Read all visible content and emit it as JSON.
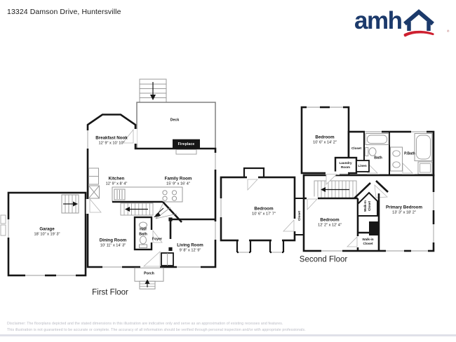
{
  "header": {
    "address": "13324 Damson Drive, Huntersville"
  },
  "logo": {
    "brand": "amh",
    "registered": "®",
    "navy": "#1c3a6b",
    "red": "#ce2030"
  },
  "palette": {
    "wall": "#161616",
    "thin_line": "#9a9a9a",
    "disclaimer_text": "#b9bac3"
  },
  "floor1": {
    "caption": "First Floor",
    "deck": "Deck",
    "fireplace": "Fireplace",
    "porch": "Porch",
    "foyer": "Foyer",
    "half_bath": {
      "line1": "Half",
      "line2": "Bath"
    },
    "breakfast_nook": {
      "name": "Breakfast Nook",
      "dims": "12' 9\" x 10' 10\""
    },
    "kitchen": {
      "name": "Kitchen",
      "dims": "12' 9\" x 8' 4\""
    },
    "family_room": {
      "name": "Family Room",
      "dims": "15' 9\" x 16' 4\""
    },
    "garage": {
      "name": "Garage",
      "dims": "18' 10\" x 19' 3\""
    },
    "dining_room": {
      "name": "Dining Room",
      "dims": "10' 11\" x 14' 3\""
    },
    "living_room": {
      "name": "Living Room",
      "dims": "9' 8\" x 12' 9\""
    }
  },
  "floor2": {
    "caption": "Second Floor",
    "bedroom_top": {
      "name": "Bedroom",
      "dims": "10' 6\" x 14' 2\""
    },
    "closet_top": "Closet",
    "laundry_room": {
      "line1": "Laundry",
      "line2": "Room"
    },
    "linen": "Linen",
    "bath": "Bath",
    "primary_bath": "P.Bath",
    "bedroom_left": {
      "name": "Bedroom",
      "dims": "10' 6\" x 17' 7\""
    },
    "closet_left": "Closet",
    "bedroom_middle": {
      "name": "Bedroom",
      "dims": "12' 2\" x 12' 4\""
    },
    "walk_in_closet_upper": {
      "line1": "Walk-In",
      "line2": "Closet"
    },
    "walk_in_closet_lower": {
      "line1": "Walk-in",
      "line2": "Closet"
    },
    "primary_bedroom": {
      "name": "Primary Bedroom",
      "dims": "13' 3\" x 18' 2\""
    }
  },
  "disclaimer": {
    "line1": "Disclaimer: The floorplans depicted and the stated dimensions in this illustration are indicative only and serve as an approximation of existing recesses and features.",
    "line2": "This illustration is not guaranteed to be accurate or complete. The accuracy of all information should be verified through personal inspection and/or with appropriate professionals."
  }
}
